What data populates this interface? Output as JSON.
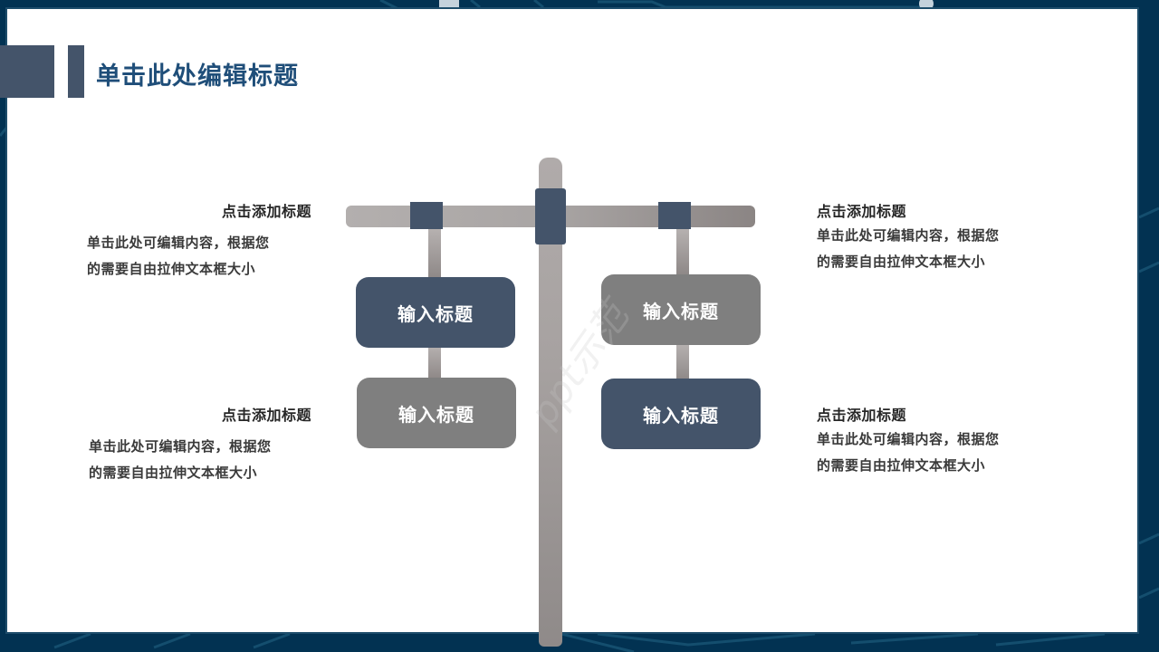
{
  "page": {
    "title": "单击此处编辑标题"
  },
  "diagram": {
    "signs": [
      {
        "label": "输入标题",
        "color": "#44546a",
        "position": "left-top"
      },
      {
        "label": "输入标题",
        "color": "#7f7f7f",
        "position": "left-bottom"
      },
      {
        "label": "输入标题",
        "color": "#7f7f7f",
        "position": "right-top"
      },
      {
        "label": "输入标题",
        "color": "#44546a",
        "position": "right-bottom"
      }
    ]
  },
  "text_blocks": [
    {
      "title": "点击添加标题",
      "body_line1": "单击此处可编辑内容，根据您",
      "body_line2": "的需要自由拉伸文本框大小"
    },
    {
      "title": "点击添加标题",
      "body_line1": "单击此处可编辑内容，根据您",
      "body_line2": "的需要自由拉伸文本框大小"
    },
    {
      "title": "点击添加标题",
      "body_line1": "单击此处可编辑内容，根据您",
      "body_line2": "的需要自由拉伸文本框大小"
    },
    {
      "title": "点击添加标题",
      "body_line1": "单击此处可编辑内容，根据您",
      "body_line2": "的需要自由拉伸文本框大小"
    }
  ],
  "watermark": "ppt示范",
  "colors": {
    "background": "#023252",
    "accent_dark": "#44546a",
    "accent_grey": "#7f7f7f",
    "title": "#1f4e79"
  }
}
